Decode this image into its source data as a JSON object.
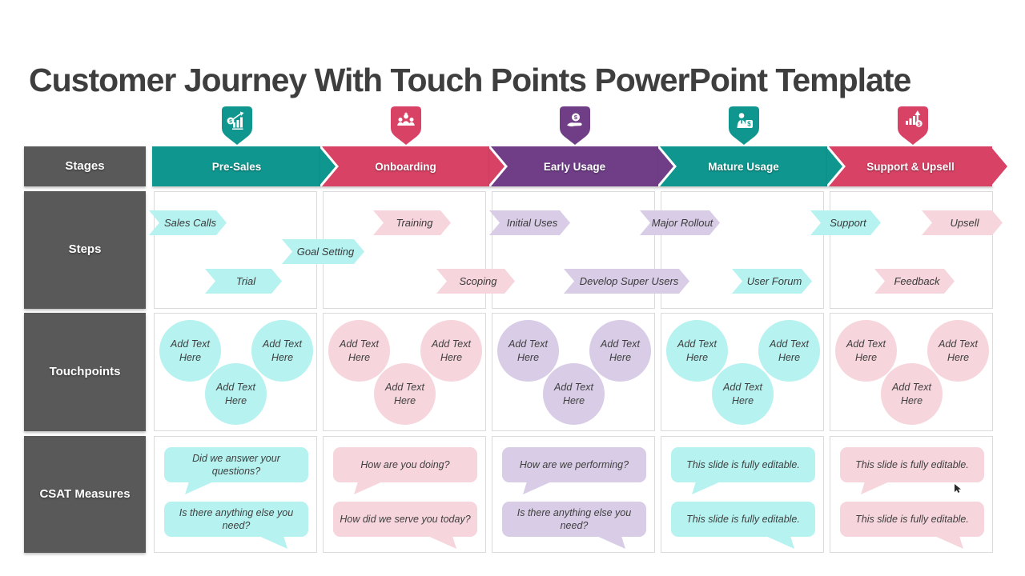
{
  "title": "Customer Journey With Touch Points PowerPoint Template",
  "colors": {
    "teal": "#0F978F",
    "crimson": "#D84265",
    "purple": "#6F3E87",
    "light_cyan": "#B5F2F0",
    "light_pink": "#F6D5DC",
    "light_purple": "#D8CCE6",
    "row_label_gray": "#595959",
    "title_gray": "#3E3E3E",
    "cell_border": "#DBDBDB"
  },
  "stages": {
    "row_label": "Stages",
    "items": [
      {
        "label": "Pre-Sales",
        "color": "#0F978F",
        "icon": "sales-growth-chart-icon"
      },
      {
        "label": "Onboarding",
        "color": "#D84265",
        "icon": "team-people-icon"
      },
      {
        "label": "Early Usage",
        "color": "#6F3E87",
        "icon": "hand-coin-icon"
      },
      {
        "label": "Mature Usage",
        "color": "#0F978F",
        "icon": "salesman-dollar-icon"
      },
      {
        "label": "Support & Upsell",
        "color": "#D84265",
        "icon": "growth-arrow-dollar-icon"
      }
    ]
  },
  "steps": {
    "row_label": "Steps",
    "items": [
      {
        "label": "Sales Calls"
      },
      {
        "label": "Goal Setting"
      },
      {
        "label": "Trial"
      },
      {
        "label": "Training"
      },
      {
        "label": "Scoping"
      },
      {
        "label": "Initial Uses"
      },
      {
        "label": "Develop Super Users"
      },
      {
        "label": "Major Rollout"
      },
      {
        "label": "User Forum"
      },
      {
        "label": "Support"
      },
      {
        "label": "Upsell"
      },
      {
        "label": "Feedback"
      }
    ]
  },
  "touchpoints": {
    "row_label": "Touchpoints",
    "placeholder": "Add Text Here"
  },
  "csat": {
    "row_label": "CSAT Measures",
    "columns": [
      {
        "bubbles": [
          "Did we answer your questions?",
          "Is there anything else you need?"
        ]
      },
      {
        "bubbles": [
          "How are you doing?",
          "How did we serve you today?"
        ]
      },
      {
        "bubbles": [
          "How are we performing?",
          "Is there anything else you need?"
        ]
      },
      {
        "bubbles": [
          "This slide is fully editable.",
          "This slide is fully editable."
        ]
      },
      {
        "bubbles": [
          "This slide is fully editable.",
          "This slide is fully editable."
        ]
      }
    ]
  }
}
